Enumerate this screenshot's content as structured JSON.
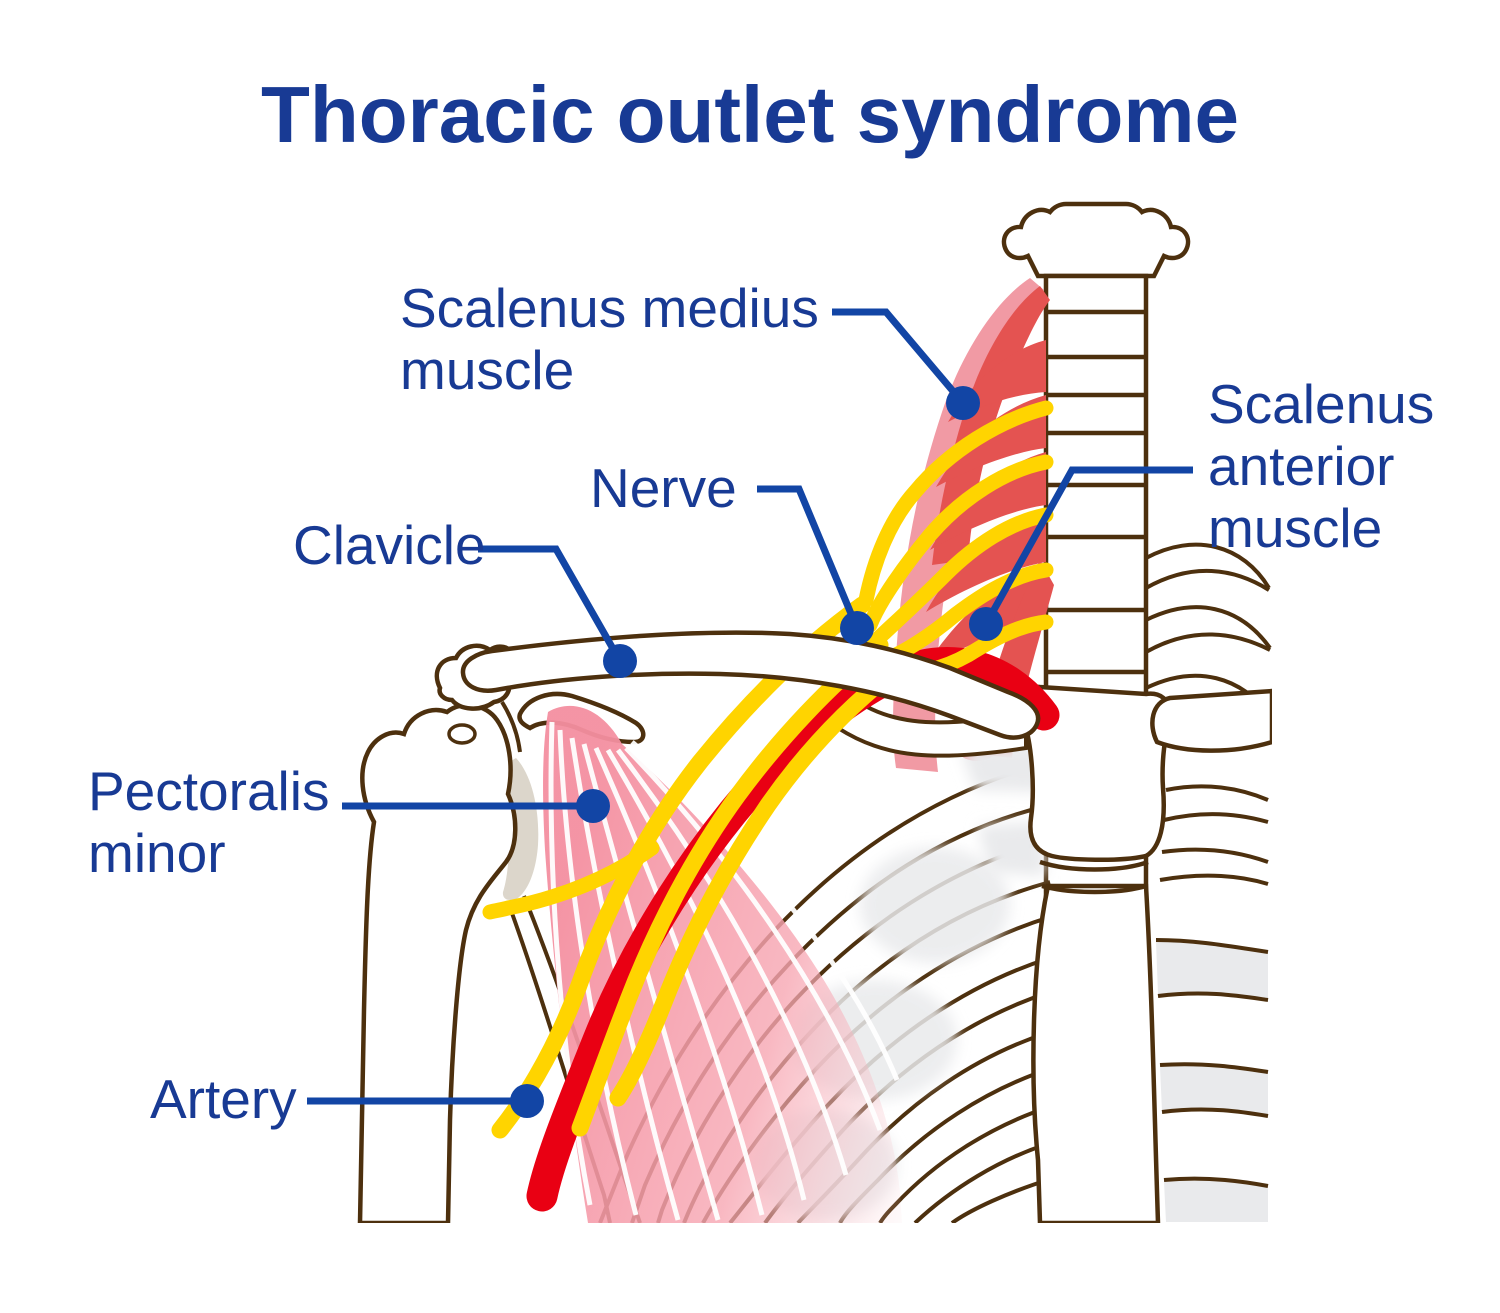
{
  "title": "Thoracic outlet syndrome",
  "colors": {
    "title_text": "#183a94",
    "label_text": "#183a94",
    "leader_line": "#1245a5",
    "marker_dot": "#1245a5",
    "bone_outline": "#4d300e",
    "bone_fill": "#ffffff",
    "cartilage_gray": "#e9eaec",
    "glenoid_gray": "#dcd6cb",
    "scalene_muscle_red": "#e45351",
    "scalene_muscle_pink": "#f19aa4",
    "pectoralis_pink": "#f48fa0",
    "nerve_yellow": "#ffd400",
    "artery_red": "#e90013"
  },
  "labels": {
    "scalenus_medius": {
      "line1": "Scalenus medius",
      "line2": "muscle"
    },
    "nerve": {
      "line1": "Nerve"
    },
    "clavicle": {
      "line1": "Clavicle"
    },
    "scalenus_anterior": {
      "line1": "Scalenus",
      "line2": "anterior",
      "line3": "muscle"
    },
    "pectoralis_minor": {
      "line1": "Pectoralis",
      "line2": "minor"
    },
    "artery": {
      "line1": "Artery"
    }
  }
}
